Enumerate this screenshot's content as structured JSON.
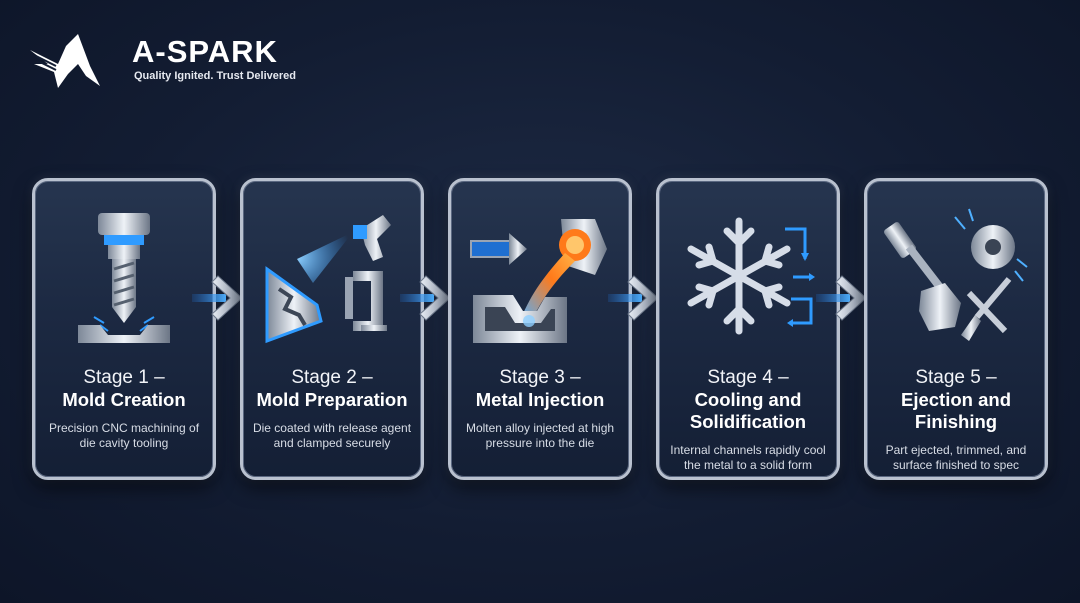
{
  "brand": {
    "name": "A-SPARK",
    "tagline": "Quality Ignited. Trust Delivered"
  },
  "stages": [
    {
      "label": "Stage 1 –",
      "title": "Mold Creation",
      "desc": "Precision CNC machining of die cavity tooling",
      "icon": "cnc-mill-icon"
    },
    {
      "label": "Stage 2 –",
      "title": "Mold Preparation",
      "desc": "Die coated with release agent and clamped securely",
      "icon": "spray-clamp-icon"
    },
    {
      "label": "Stage 3 –",
      "title": "Metal Injection",
      "desc": "Molten alloy injected at high pressure into the die",
      "icon": "injection-icon"
    },
    {
      "label": "Stage 4 –",
      "title": "Cooling and Solidification",
      "desc": "Internal channels rapidly cool the metal to a solid form",
      "icon": "snowflake-icon"
    },
    {
      "label": "Stage 5 –",
      "title": "Ejection and Finishing",
      "desc": "Part ejected, trimmed, and surface finished to spec",
      "icon": "finishing-tools-icon"
    }
  ],
  "colors": {
    "background": "#131d33",
    "card_border": "#b9c1cf",
    "accent_blue": "#2f9bff",
    "molten_orange": "#ff7a1a"
  }
}
